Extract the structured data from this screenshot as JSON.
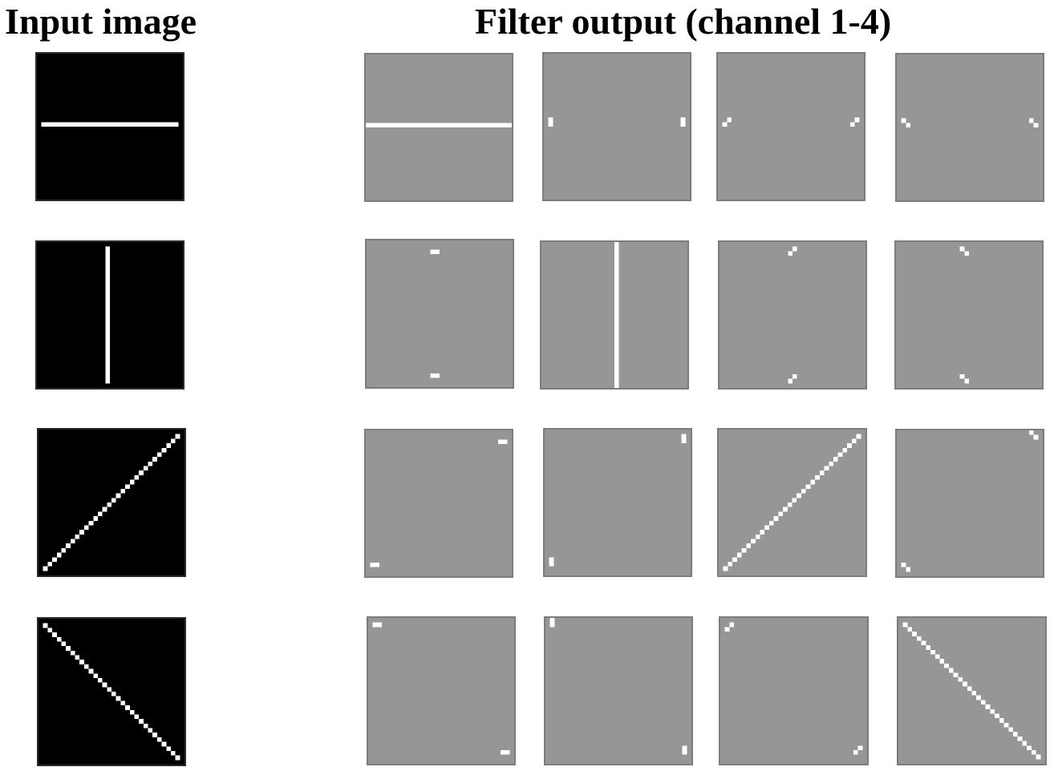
{
  "headings": {
    "input": "Input image",
    "output": "Filter output (channel 1-4)"
  },
  "colors": {
    "input_background": "#000000",
    "output_background": "#969696",
    "feature": "#ffffff"
  },
  "grid_size": 32,
  "rows": [
    {
      "input": "horizontal",
      "outputs": [
        "horizontal-line",
        "vertical-endpoints-of-horizontal",
        "diag-up-endpoints-of-horizontal",
        "diag-down-endpoints-of-horizontal"
      ]
    },
    {
      "input": "vertical",
      "outputs": [
        "horizontal-endpoints-of-vertical",
        "vertical-line",
        "diag-up-endpoints-of-vertical",
        "diag-down-endpoints-of-vertical"
      ]
    },
    {
      "input": "diagonal-up",
      "outputs": [
        "horizontal-endpoints-of-diag-up",
        "vertical-endpoints-of-diag-up",
        "diagonal-up-line",
        "diag-down-endpoints-of-diag-up"
      ]
    },
    {
      "input": "diagonal-down",
      "outputs": [
        "horizontal-endpoints-of-diag-down",
        "vertical-endpoints-of-diag-down",
        "diag-up-endpoints-of-diag-down",
        "diagonal-down-line"
      ]
    }
  ]
}
